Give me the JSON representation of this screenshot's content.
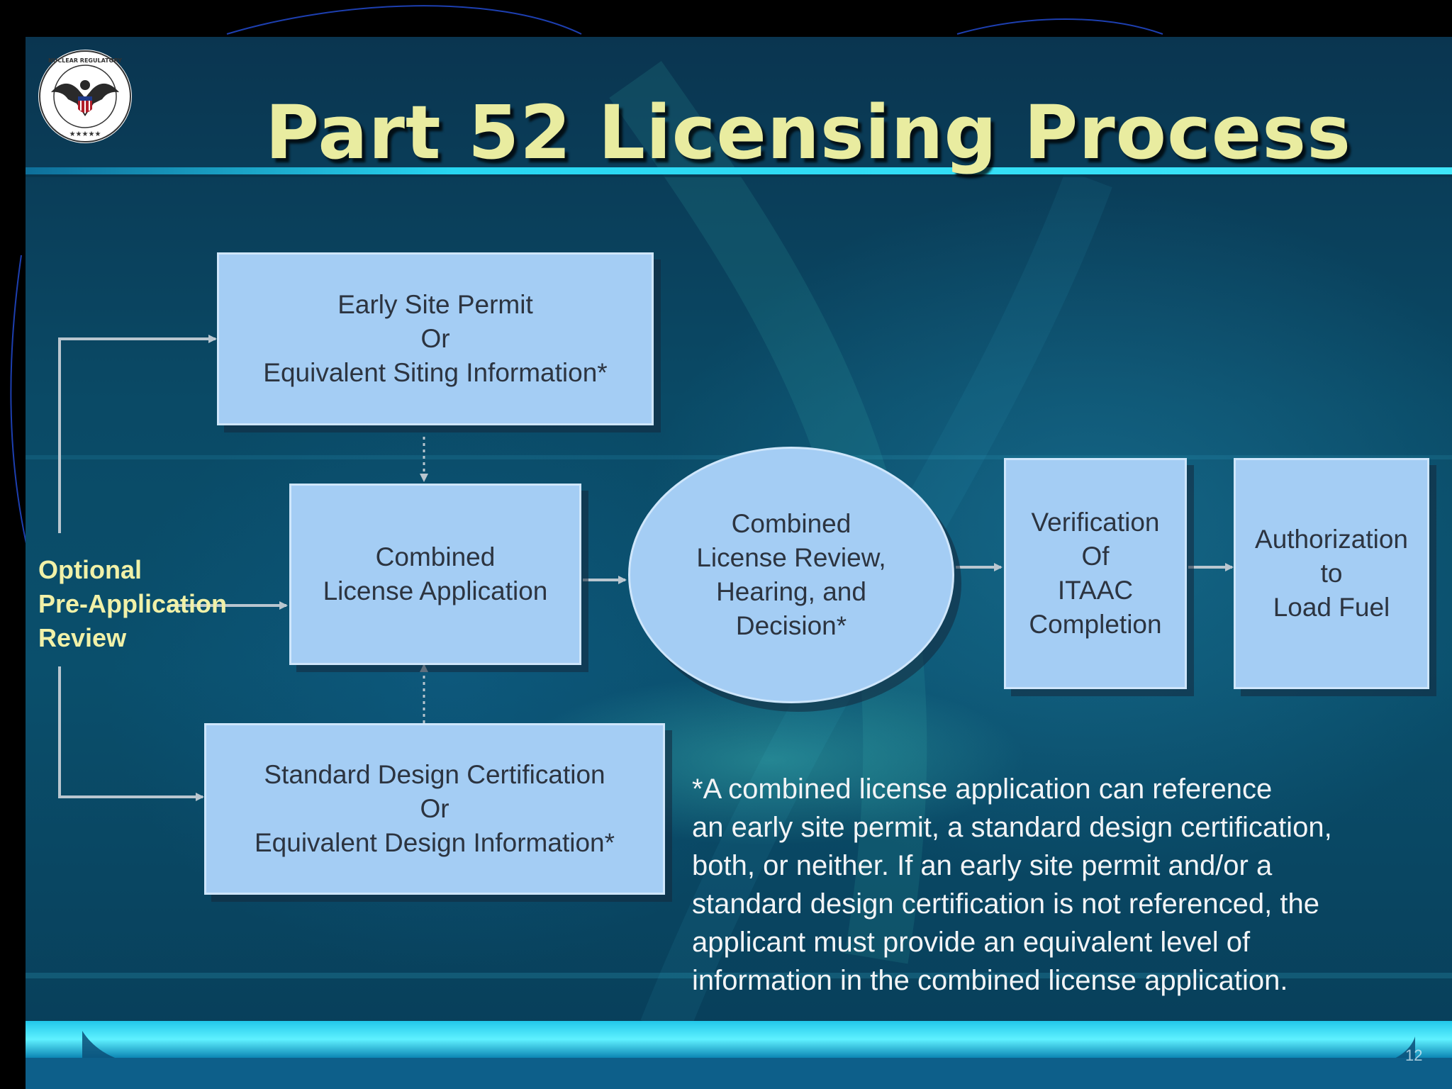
{
  "slide": {
    "title": "Part 52 Licensing Process",
    "seal": {
      "name": "nrc-seal",
      "ring_text": "UNITED STATES NUCLEAR REGULATORY COMMISSION"
    },
    "page_number": "12"
  },
  "diagram": {
    "side_label": [
      "Optional",
      "Pre-Application",
      "Review"
    ],
    "nodes": {
      "early_site_permit": [
        "Early Site Permit",
        "Or",
        "Equivalent Siting Information*"
      ],
      "combined_license_application": [
        "Combined",
        "License Application"
      ],
      "standard_design_certification": [
        "Standard Design Certification",
        "Or",
        "Equivalent Design Information*"
      ],
      "combined_license_review": [
        "Combined",
        "License Review,",
        "Hearing, and",
        "Decision*"
      ],
      "verification_itaac": [
        "Verification",
        "Of",
        "ITAAC",
        "Completion"
      ],
      "authorization_load_fuel": [
        "Authorization",
        "to",
        "Load Fuel"
      ]
    },
    "edges": [
      {
        "from": "side_label",
        "to": "early_site_permit",
        "style": "solid"
      },
      {
        "from": "side_label",
        "to": "combined_license_application",
        "style": "solid"
      },
      {
        "from": "side_label",
        "to": "standard_design_certification",
        "style": "solid"
      },
      {
        "from": "early_site_permit",
        "to": "combined_license_application",
        "style": "dotted"
      },
      {
        "from": "standard_design_certification",
        "to": "combined_license_application",
        "style": "dotted"
      },
      {
        "from": "combined_license_application",
        "to": "combined_license_review",
        "style": "solid"
      },
      {
        "from": "combined_license_review",
        "to": "verification_itaac",
        "style": "solid"
      },
      {
        "from": "verification_itaac",
        "to": "authorization_load_fuel",
        "style": "solid"
      }
    ],
    "footnote": [
      "*A combined license application can reference",
      "an early site permit, a standard design certification,",
      "both, or neither.  If an early site permit and/or a",
      "standard design certification is not referenced, the",
      "applicant must provide an equivalent level of",
      "information in the combined license application."
    ]
  },
  "colors": {
    "box_fill": "#a4cdf4",
    "title": "#e9eca0",
    "side_label": "#f1f1a8",
    "connector": "#b9c6cf",
    "rule": "#27d6f2"
  }
}
